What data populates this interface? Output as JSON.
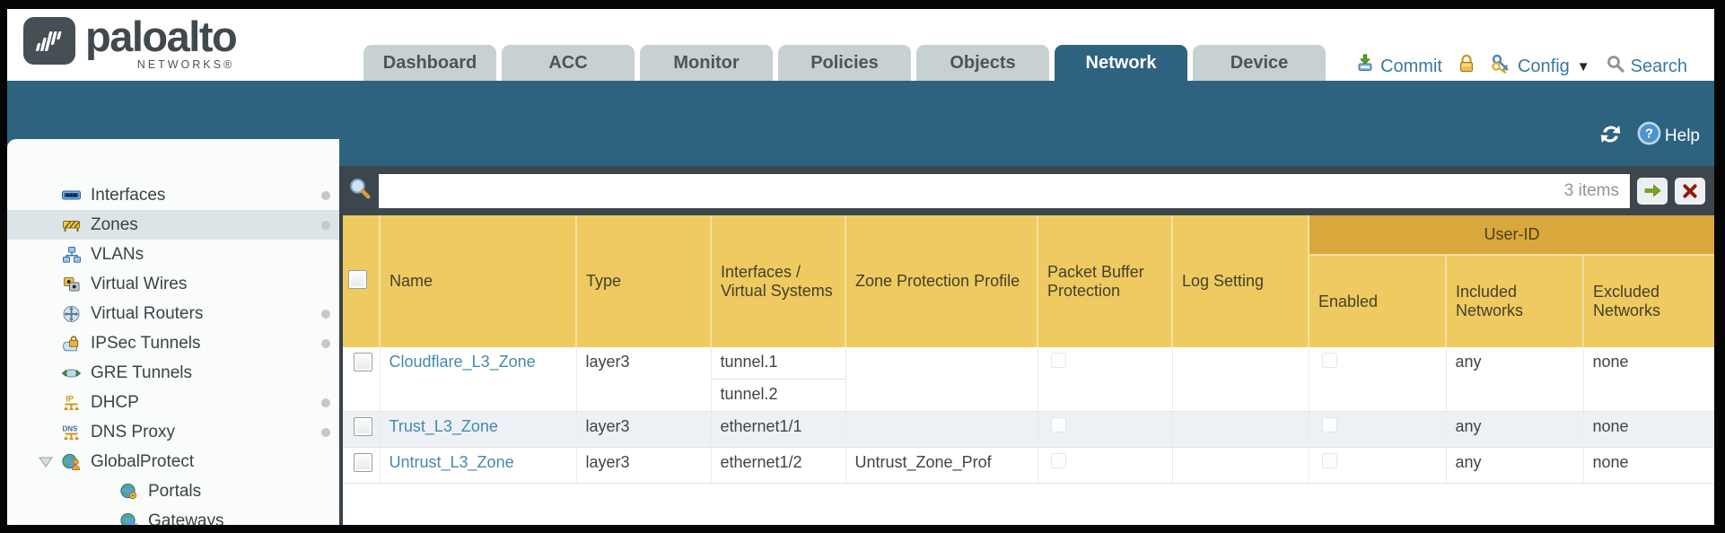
{
  "header": {
    "logo": {
      "brand": "paloalto",
      "sub": "NETWORKS®"
    },
    "tabs": [
      {
        "label": "Dashboard",
        "active": false
      },
      {
        "label": "ACC",
        "active": false
      },
      {
        "label": "Monitor",
        "active": false
      },
      {
        "label": "Policies",
        "active": false
      },
      {
        "label": "Objects",
        "active": false
      },
      {
        "label": "Network",
        "active": true
      },
      {
        "label": "Device",
        "active": false
      }
    ],
    "actions": {
      "commit": "Commit",
      "config": "Config",
      "search": "Search"
    }
  },
  "band": {
    "help_label": "Help"
  },
  "sidebar": {
    "items": [
      {
        "label": "Interfaces",
        "icon": "interfaces-icon",
        "dot": true
      },
      {
        "label": "Zones",
        "icon": "zones-icon",
        "selected": true,
        "dot": true
      },
      {
        "label": "VLANs",
        "icon": "vlans-icon"
      },
      {
        "label": "Virtual Wires",
        "icon": "virtual-wires-icon"
      },
      {
        "label": "Virtual Routers",
        "icon": "virtual-routers-icon",
        "dot": true
      },
      {
        "label": "IPSec Tunnels",
        "icon": "ipsec-tunnels-icon",
        "dot": true
      },
      {
        "label": "GRE Tunnels",
        "icon": "gre-tunnels-icon"
      },
      {
        "label": "DHCP",
        "icon": "dhcp-icon",
        "dot": true
      },
      {
        "label": "DNS Proxy",
        "icon": "dns-proxy-icon",
        "dot": true
      },
      {
        "label": "GlobalProtect",
        "icon": "globalprotect-icon",
        "expander": true
      },
      {
        "label": "Portals",
        "icon": "portals-icon",
        "indent": true
      },
      {
        "label": "Gateways",
        "icon": "gateways-icon",
        "indent": true
      }
    ]
  },
  "toolbar": {
    "filter_value": "",
    "items_count": "3 items"
  },
  "table": {
    "group_header": "User-ID",
    "columns": [
      "Name",
      "Type",
      "Interfaces / Virtual Systems",
      "Zone Protection Profile",
      "Packet Buffer Protection",
      "Log Setting",
      "Enabled",
      "Included Networks",
      "Excluded Networks"
    ],
    "rows": [
      {
        "name": "Cloudflare_L3_Zone",
        "type": "layer3",
        "interfaces": [
          "tunnel.1",
          "tunnel.2"
        ],
        "zone_protection_profile": "",
        "packet_buffer_protection": false,
        "log_setting": "",
        "user_id_enabled": false,
        "included_networks": "any",
        "excluded_networks": "none"
      },
      {
        "name": "Trust_L3_Zone",
        "type": "layer3",
        "interfaces": [
          "ethernet1/1"
        ],
        "zone_protection_profile": "",
        "packet_buffer_protection": false,
        "log_setting": "",
        "user_id_enabled": false,
        "included_networks": "any",
        "excluded_networks": "none"
      },
      {
        "name": "Untrust_L3_Zone",
        "type": "layer3",
        "interfaces": [
          "ethernet1/2"
        ],
        "zone_protection_profile": "Untrust_Zone_Prof",
        "packet_buffer_protection": false,
        "log_setting": "",
        "user_id_enabled": false,
        "included_networks": "any",
        "excluded_networks": "none"
      }
    ]
  },
  "colors": {
    "accent_teal": "#2e6380",
    "header_amber": "#eeca60",
    "userid_amber": "#d9a73c",
    "link_blue": "#4489ab",
    "searchbar_slate": "#3d464d",
    "tab_inactive": "#c7d1d1"
  }
}
